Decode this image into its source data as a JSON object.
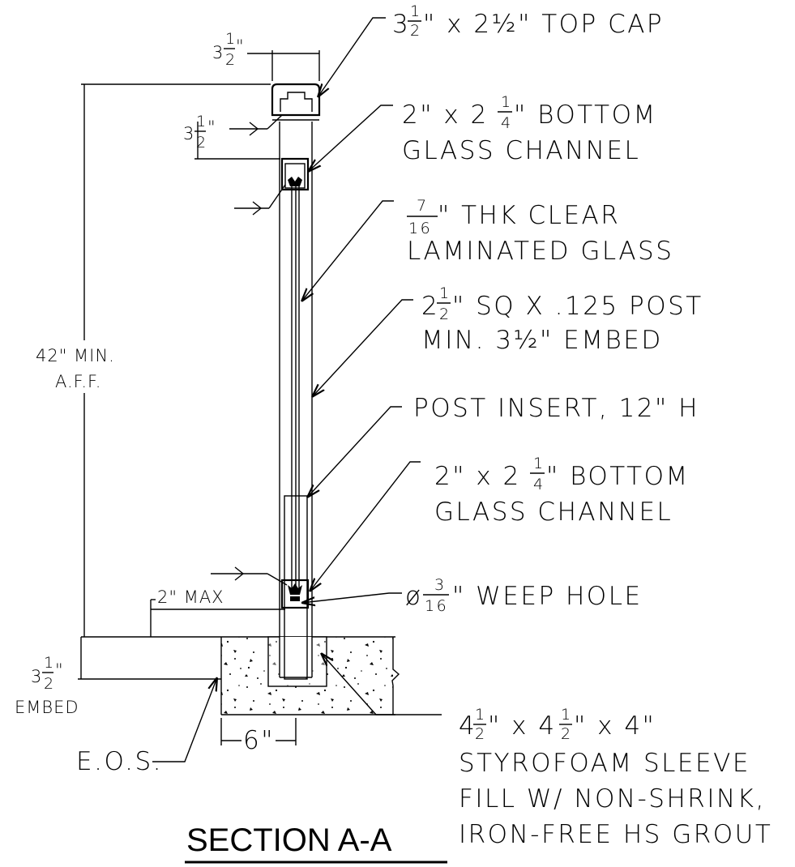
{
  "section_title": "SECTION A-A",
  "callouts": {
    "top_cap": {
      "whole": "3",
      "num": "1",
      "den": "2",
      "rest": "\" x 2½\" TOP CAP"
    },
    "top_channel": {
      "whole": "2\" x 2",
      "num": "1",
      "den": "4",
      "rest": "\" BOTTOM",
      "line2": "GLASS CHANNEL"
    },
    "glass": {
      "num": "7",
      "den": "16",
      "rest": "\" THK CLEAR",
      "line2": "LAMINATED GLASS"
    },
    "post": {
      "whole": "2",
      "num": "1",
      "den": "2",
      "rest": "\" SQ X .125 POST",
      "line2": "MIN. 3½\" EMBED"
    },
    "insert": {
      "text": "POST INSERT, 12\" H"
    },
    "bottom_channel": {
      "whole": "2\" x 2",
      "num": "1",
      "den": "4",
      "rest": "\" BOTTOM",
      "line2": "GLASS CHANNEL"
    },
    "weep": {
      "prefix": "ø",
      "num": "3",
      "den": "16",
      "rest": "\" WEEP HOLE"
    },
    "sleeve": {
      "line1_a": "4",
      "line1_b": "\" x 4",
      "line1_c": "\" x 4\"",
      "num": "1",
      "den": "2",
      "line2": "STYROFOAM SLEEVE",
      "line3": "FILL W/ NON-SHRINK,",
      "line4": "IRON-FREE HS GROUT"
    },
    "eos": {
      "text": "E.O.S."
    }
  },
  "dimensions": {
    "cap_width": {
      "whole": "3",
      "num": "1",
      "den": "2",
      "unit": "\""
    },
    "cap_height": {
      "whole": "3",
      "num": "1",
      "den": "2",
      "unit": "\""
    },
    "height": {
      "line1": "42\" MIN.",
      "line2": "A.F.F."
    },
    "max_gap": {
      "text": "2\" MAX"
    },
    "embed": {
      "whole": "3",
      "num": "1",
      "den": "2",
      "unit": "\"",
      "line2": "EMBED"
    },
    "edge_distance": {
      "text": "6\""
    }
  }
}
